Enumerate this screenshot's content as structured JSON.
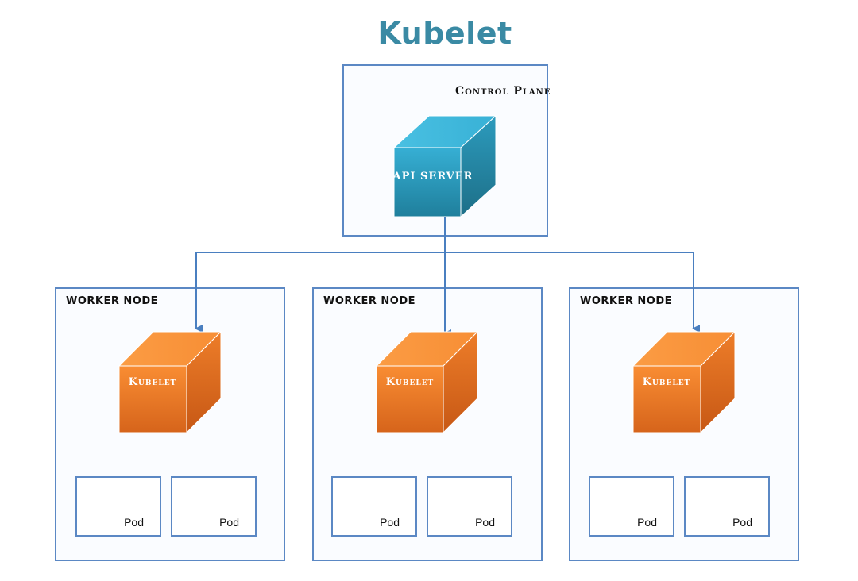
{
  "diagram": {
    "title": "Kubelet",
    "control_plane": {
      "label": "Control Plane",
      "api_server_label": "API SERVER"
    },
    "worker_nodes": [
      {
        "label": "WORKER NODE",
        "kubelet_label": "Kubelet",
        "pods": [
          "Pod",
          "Pod"
        ]
      },
      {
        "label": "WORKER NODE",
        "kubelet_label": "Kubelet",
        "pods": [
          "Pod",
          "Pod"
        ]
      },
      {
        "label": "WORKER NODE",
        "kubelet_label": "Kubelet",
        "pods": [
          "Pod",
          "Pod"
        ]
      }
    ],
    "colors": {
      "title": "#3a8aa4",
      "border": "#5b88c4",
      "connector": "#4a7fc0",
      "api_cube": "#2b9fc0",
      "kubelet_cube": "#f0812a"
    }
  }
}
